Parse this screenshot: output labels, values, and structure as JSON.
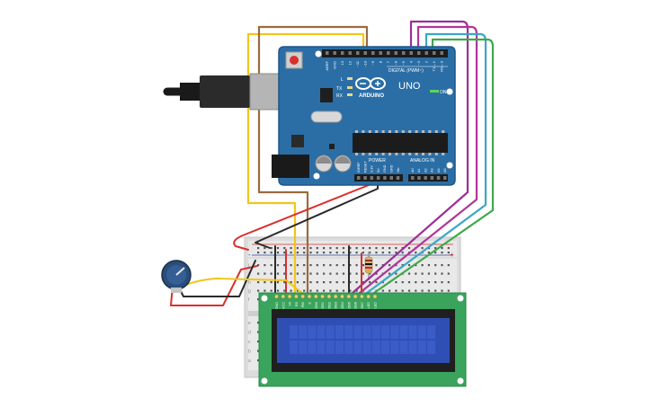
{
  "arduino": {
    "brand": "ARDUINO",
    "model": "UNO",
    "digital_label": "DIGITAL (PWM~)",
    "power_label": "POWER",
    "analog_label": "ANALOG IN",
    "on_label": "ON",
    "l_label": "L",
    "tx_label": "TX",
    "rx_label": "RX",
    "top_pins": [
      "AREF",
      "GND",
      "13",
      "12",
      "~11",
      "~10",
      "~9",
      "8",
      "7",
      "~6",
      "~5",
      "4",
      "~3",
      "2",
      "TX→1",
      "RX←0"
    ],
    "power_pins": [
      "IOREF",
      "RESET",
      "3.3V",
      "5V",
      "GND",
      "GND",
      "Vin"
    ],
    "analog_pins": [
      "A0",
      "A1",
      "A2",
      "A3",
      "A4",
      "A5"
    ]
  },
  "lcd": {
    "pins": [
      "GND",
      "VCC",
      "V0",
      "RS",
      "RW",
      "E",
      "DB0",
      "DB1",
      "DB2",
      "DB3",
      "DB4",
      "DB5",
      "DB6",
      "DB7",
      "LED",
      "LED"
    ]
  },
  "breadboard": {
    "plus_sign": "+",
    "minus_sign": "-",
    "row_letters_bottom": [
      "j",
      "i",
      "h",
      "g",
      "f"
    ],
    "row_letters_top": [
      "e",
      "d",
      "c",
      "b",
      "a"
    ]
  },
  "colors": {
    "arduino_blue": "#2b6ea6",
    "arduino_dark": "#1f5787",
    "lcd_green": "#3aa35c",
    "lcd_screen": "#2f4fb5",
    "wire_red": "#d9302c",
    "wire_black": "#2a2a2a",
    "wire_yellow": "#f2c51b",
    "wire_brown": "#9a6b3f",
    "wire_purple": "#9b2f98",
    "wire_magenta": "#b0359a",
    "wire_cyan": "#3aa6c8",
    "wire_green": "#3fa84a"
  }
}
